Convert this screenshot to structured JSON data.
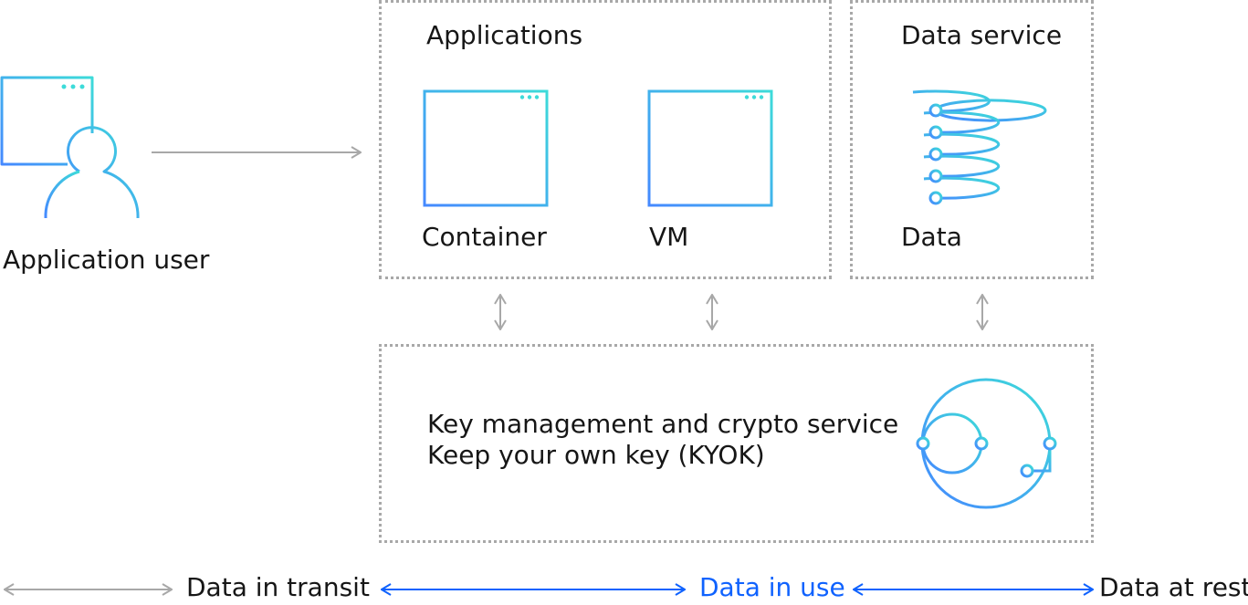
{
  "user_label": "Application user",
  "applications": {
    "title": "Applications",
    "container_label": "Container",
    "vm_label": "VM"
  },
  "data_service": {
    "title": "Data service",
    "data_label": "Data"
  },
  "key_management": {
    "line1": "Key management and crypto service",
    "line2": "Keep your own key (KYOK)"
  },
  "legend": {
    "transit": "Data in transit",
    "use": "Data in use",
    "rest": "Data at rest"
  },
  "colors": {
    "icon_gradient_start": "#4589ff",
    "icon_gradient_end": "#3ddbd9",
    "arrow_gray": "#a8a8a8",
    "highlight_blue": "#0f62fe",
    "text": "#161616"
  }
}
